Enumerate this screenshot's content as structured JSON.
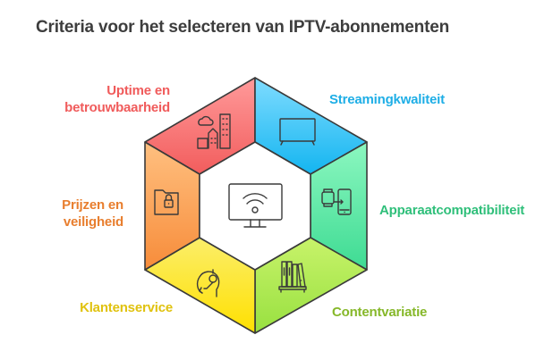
{
  "title": "Criteria voor het selecteren van IPTV-abonnementen",
  "segments": [
    {
      "id": "uptime",
      "label_line1": "Uptime en",
      "label_line2": "betrouwbaarheid",
      "color": "#f05b5b",
      "icon": "cloud-buildings-icon"
    },
    {
      "id": "streaming",
      "label": "Streamingkwaliteit",
      "color": "#1eaee6",
      "icon": "tv-icon"
    },
    {
      "id": "apparaat",
      "label": "Apparaatcompatibiliteit",
      "color": "#2fbf7a",
      "icon": "watch-phone-icon"
    },
    {
      "id": "content",
      "label": "Contentvariatie",
      "color": "#86b82a",
      "icon": "books-shelf-icon"
    },
    {
      "id": "klanten",
      "label": "Klantenservice",
      "color": "#e0c20f",
      "icon": "headset-agent-icon"
    },
    {
      "id": "prijzen",
      "label_line1": "Prijzen en",
      "label_line2": "veiligheid",
      "color": "#e87e2e",
      "icon": "locked-folder-icon"
    }
  ],
  "center": {
    "icon": "monitor-wifi-icon"
  }
}
